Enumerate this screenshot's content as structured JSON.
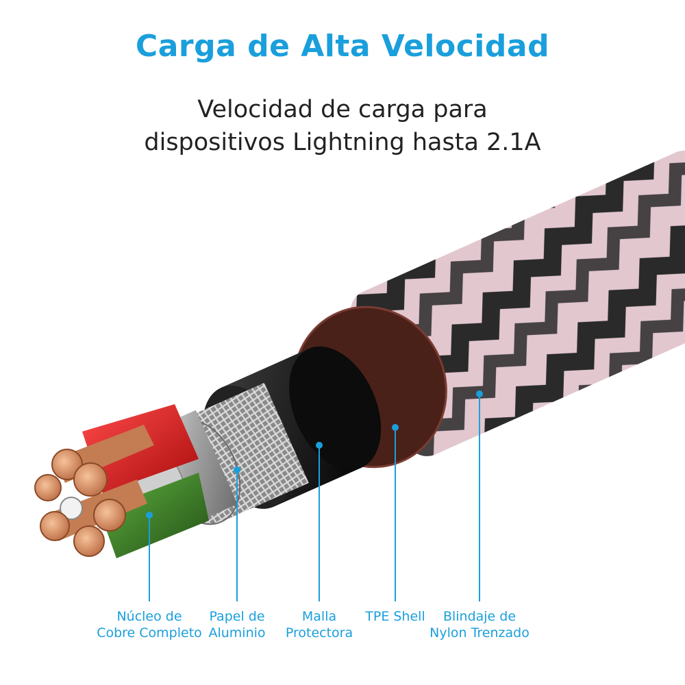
{
  "header": {
    "title": "Carga de Alta Velocidad",
    "subtitle_line1": "Velocidad de carga para",
    "subtitle_line2": "dispositivos Lightning hasta 2.1A"
  },
  "colors": {
    "accent": "#1a9fdc",
    "braid_pink": "#e2c7cf",
    "braid_black": "#2a2a2a",
    "tpe_shell": "#141414",
    "outer_ring": "#5a2a22",
    "foil": "#b8b8b8",
    "copper": "#d9956a",
    "red_insulation": "#e01b1b",
    "green_insulation": "#3d8f2a"
  },
  "labels": [
    {
      "line1": "Núcleo de",
      "line2": "Cobre Completo"
    },
    {
      "line1": "Papel de",
      "line2": "Aluminio"
    },
    {
      "line1": "Malla",
      "line2": "Protectora"
    },
    {
      "line1": "TPE Shell",
      "line2": ""
    },
    {
      "line1": "Blindaje de",
      "line2": "Nylon Trenzado"
    }
  ]
}
